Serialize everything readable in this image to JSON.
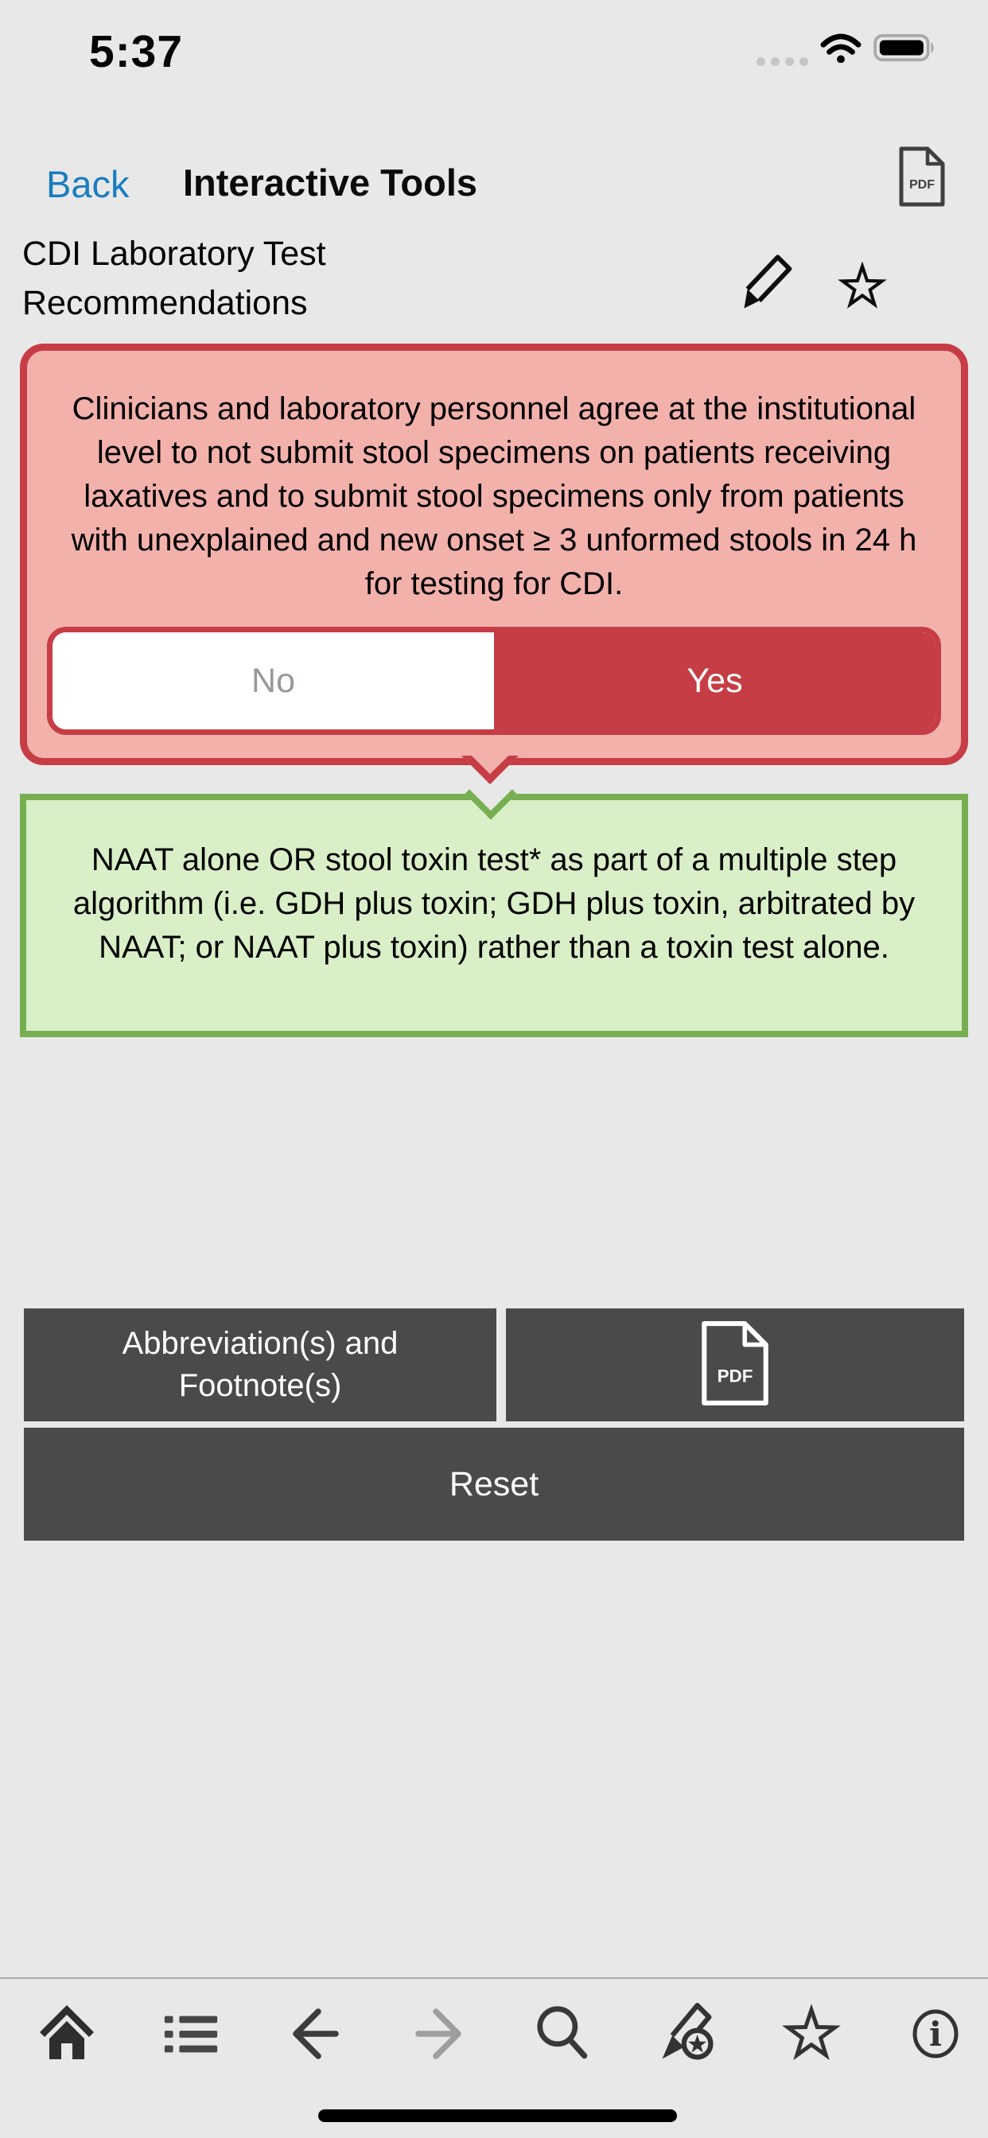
{
  "status_bar": {
    "time": "5:37",
    "cellular_icon": "cellular-signal-dots",
    "wifi_icon": "wifi-icon",
    "battery_icon": "battery-full-icon"
  },
  "nav": {
    "back_label": "Back",
    "title": "Interactive Tools",
    "pdf_icon": "pdf-document-icon",
    "pdf_label": "PDF"
  },
  "tool": {
    "title": "CDI Laboratory Test Recommendations",
    "edit_icon": "pencil-edit-icon",
    "favorite_icon": "star-outline-icon"
  },
  "question_card": {
    "text": "Clinicians and laboratory personnel agree at the institutional level to not submit stool specimens on patients receiving laxatives and to submit stool specimens only from patients with unexplained and new onset ≥ 3 unformed stools in 24 h for testing for CDI.",
    "options": [
      {
        "label": "No",
        "selected": false
      },
      {
        "label": "Yes",
        "selected": true
      }
    ]
  },
  "answer_card": {
    "text": "NAAT alone OR stool toxin test* as part of a multiple step algorithm (i.e. GDH plus toxin; GDH plus toxin, arbitrated by NAAT; or NAAT plus toxin) rather than a toxin test alone."
  },
  "action_buttons": {
    "abbreviations_label": "Abbreviation(s) and Footnote(s)",
    "pdf_icon": "pdf-document-icon",
    "pdf_label": "PDF",
    "reset_label": "Reset"
  },
  "toolbar": {
    "icons": [
      "home",
      "table-of-contents",
      "back-arrow",
      "forward-arrow",
      "search",
      "annotate-pen-star",
      "favorites-star",
      "info"
    ],
    "disabled_icons": [
      "forward-arrow"
    ]
  },
  "colors": {
    "accent_red": "#c63d45",
    "question_fill": "#f3b1ab",
    "answer_border": "#76ae50",
    "answer_fill": "#d9efc7",
    "button_gray": "#4a4a4a",
    "link_blue": "#1a7dbf",
    "page_background": "#e8e8e8"
  }
}
